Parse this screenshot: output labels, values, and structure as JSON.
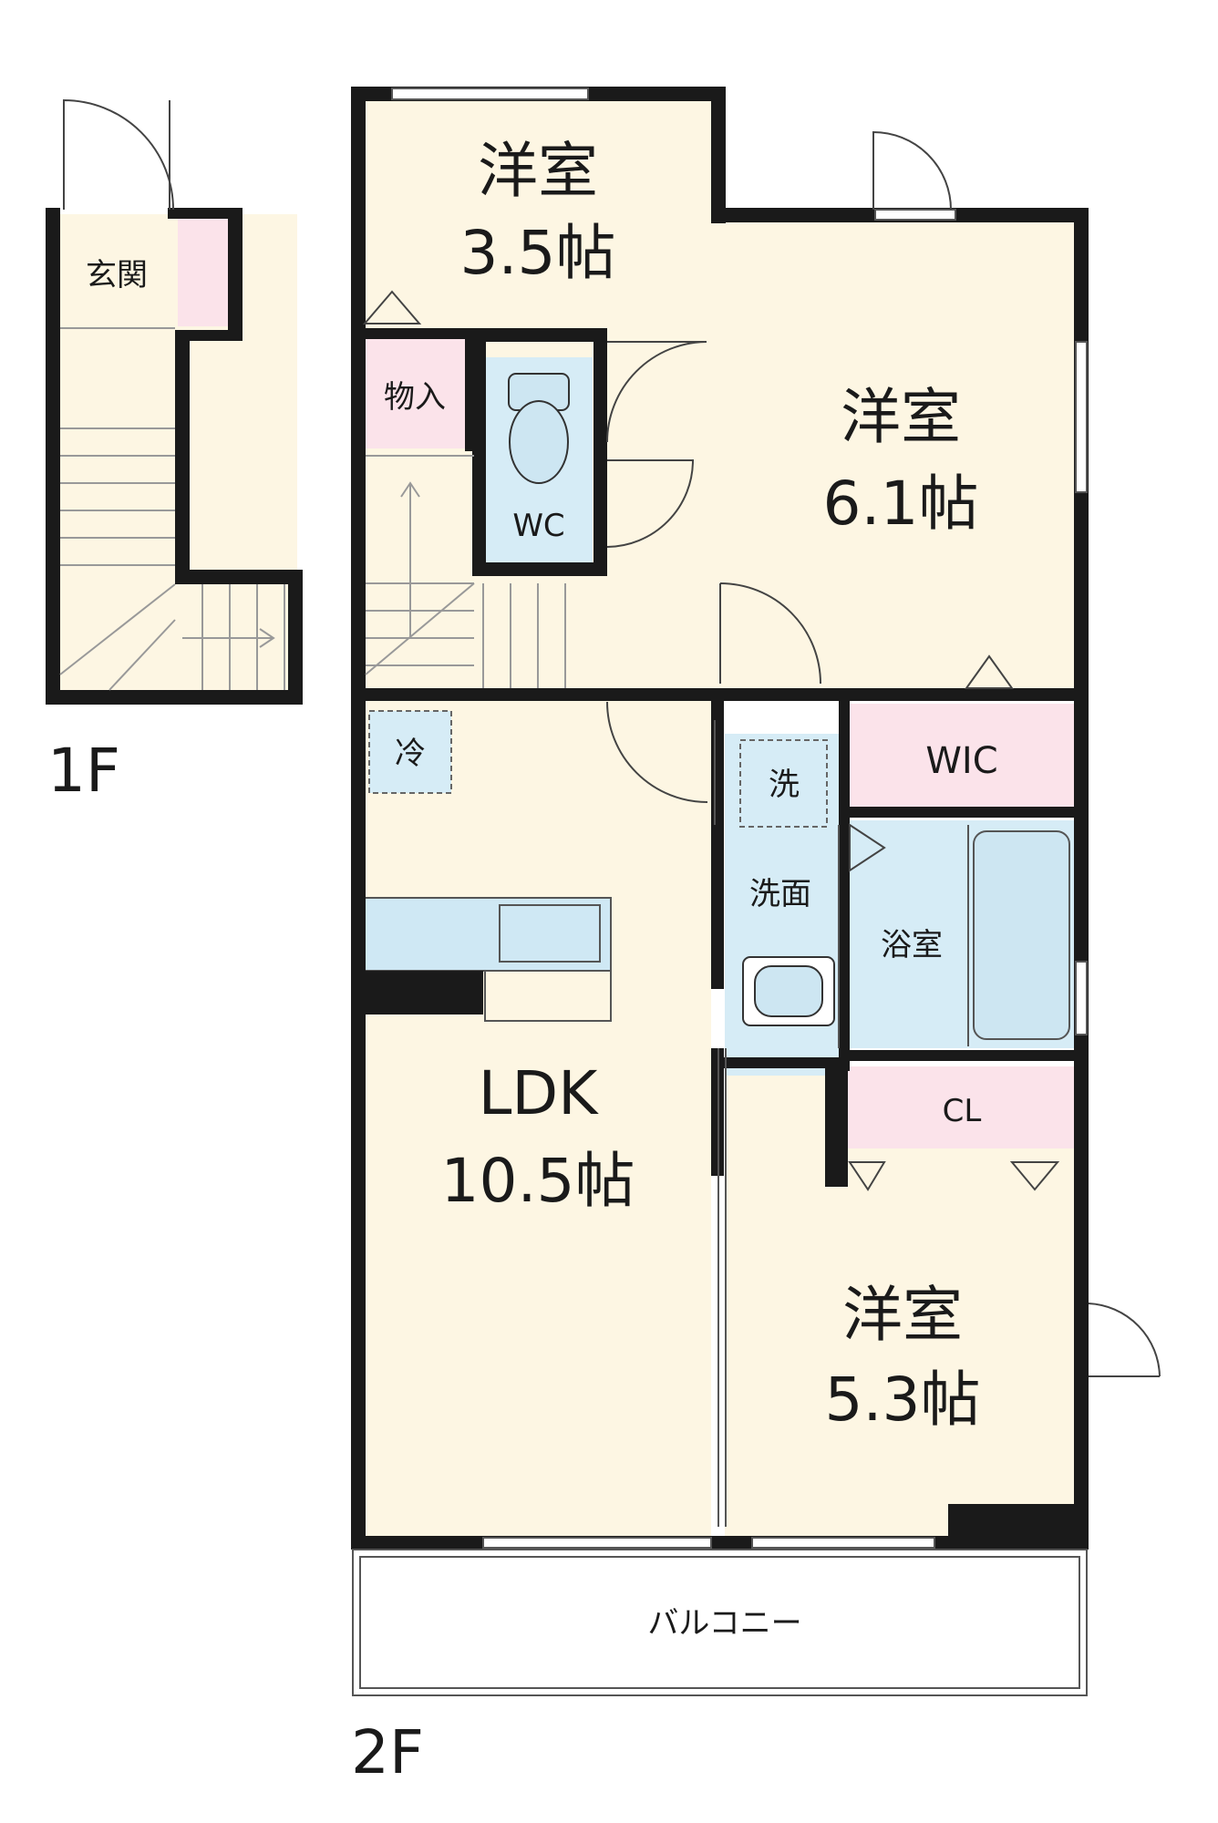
{
  "floors": {
    "first": "1F",
    "second": "2F"
  },
  "rooms": {
    "genkan": "玄関",
    "western_a_name": "洋室",
    "western_a_size": "3.5帖",
    "monoire": "物入",
    "wc": "WC",
    "western_b_name": "洋室",
    "western_b_size": "6.1帖",
    "fridge": "冷",
    "washer": "洗",
    "wic": "WIC",
    "washroom": "洗面",
    "bath": "浴室",
    "ldk_name": "LDK",
    "ldk_size": "10.5帖",
    "cl": "CL",
    "western_c_name": "洋室",
    "western_c_size": "5.3帖",
    "balcony": "バルコニー"
  },
  "colors": {
    "wall": "#1a1a1a",
    "room_floor": "#fdf6e3",
    "wet_area": "#d6ecf6",
    "storage": "#fbe3ea"
  }
}
